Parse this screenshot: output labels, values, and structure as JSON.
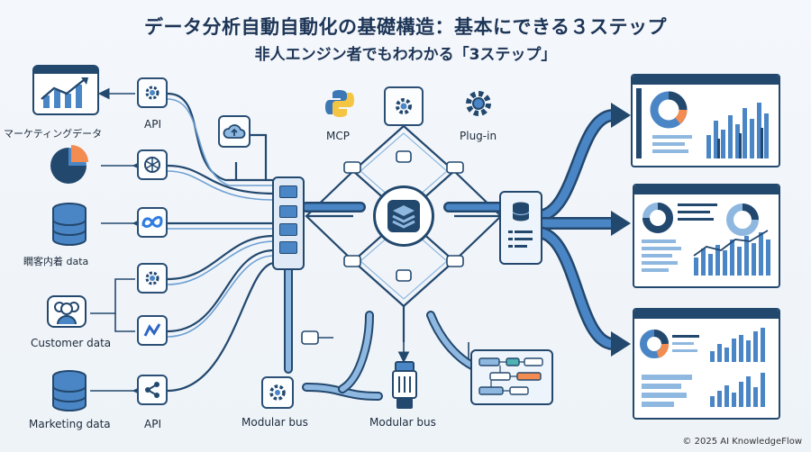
{
  "title": "データ分析自動自動化の基礎構造：基本にできる３ステップ",
  "subtitle": "非人エンジン者でもわわかる「3ステップ」",
  "labels": {
    "marketing_jp": "マーケティングデータ",
    "customer_jp": "瞯客内着 data",
    "customer_data": "Customer data",
    "marketing_data": "Marketing data",
    "api_top": "API",
    "api_bottom": "API",
    "mcp": "MCP",
    "plugin": "Plug-in",
    "modular_bus_left": "Modular bus",
    "modular_bus_center": "Modular bus"
  },
  "copyright": "© 2025 AI KnowledgeFlow",
  "colors": {
    "navy": "#23486e",
    "blue": "#4a86c5",
    "light_blue": "#8fb8e0",
    "orange": "#f28c50",
    "teal": "#4fb3b3",
    "python_yellow": "#f4c542"
  }
}
